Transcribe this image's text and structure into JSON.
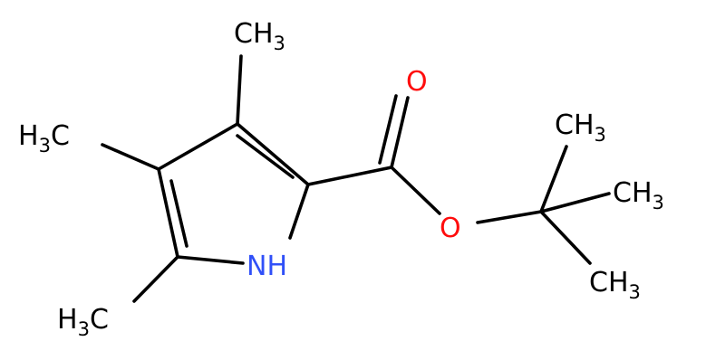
{
  "molecule": {
    "labels": {
      "ch3_top": {
        "text": "CH",
        "sub": "3",
        "color": "#000000"
      },
      "ch3_left": {
        "pre": "H",
        "sub": "3",
        "text": "C",
        "color": "#000000"
      },
      "ch3_bottom_left": {
        "pre": "H",
        "sub": "3",
        "text": "C",
        "color": "#000000"
      },
      "ch3_tbu_top": {
        "text": "CH",
        "sub": "3",
        "color": "#000000"
      },
      "ch3_tbu_mid": {
        "text": "CH",
        "sub": "3",
        "color": "#000000"
      },
      "ch3_tbu_bottom": {
        "text": "CH",
        "sub": "3",
        "color": "#000000"
      },
      "carbonyl_o": {
        "text": "O",
        "color": "#ff0d0d"
      },
      "ester_o": {
        "text": "O",
        "color": "#ff0d0d"
      },
      "nh": {
        "text": "NH",
        "color": "#3050f8"
      }
    }
  }
}
